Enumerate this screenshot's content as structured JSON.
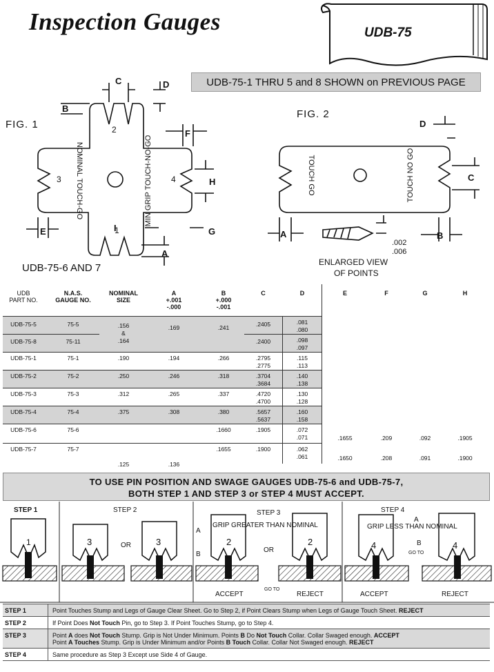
{
  "header": {
    "title": "Inspection Gauges",
    "badge": "UDB-75"
  },
  "notice": "UDB-75-1 THRU 5 and 8 SHOWN on PREVIOUS PAGE",
  "figures": {
    "fig1_label": "FIG. 1",
    "fig2_label": "FIG. 2",
    "fig1_caption": "UDB-75-6 AND 7",
    "fig1_text_left": "NOMINAL TOUCH-GO",
    "fig1_text_right": "MIN GRIP TOUCH-NO-GO",
    "fig1_num_left": "3",
    "fig1_num_right": "4",
    "fig1_num_top": "2",
    "fig1_num_bottom": "1",
    "fig2_text_left": "TOUCH GO",
    "fig2_text_right": "TOUCH NO GO",
    "enlarged_line1": "ENLARGED VIEW",
    "enlarged_line2": "OF POINTS",
    "tol1": ".002",
    "tol2": ".006",
    "dims": [
      "C",
      "D",
      "B",
      "F",
      "H",
      "E",
      "I",
      "G",
      "A",
      "D",
      "C",
      "A",
      "B"
    ]
  },
  "table": {
    "headers": [
      {
        "l1": "UDB",
        "l2": "PART NO.",
        "bold": false
      },
      {
        "l1": "N.A.S.",
        "l2": "GAUGE NO.",
        "bold": true
      },
      {
        "l1": "NOMINAL",
        "l2": "SIZE",
        "bold": true
      },
      {
        "l1": "A",
        "l2": "+.001",
        "l3": "-.000",
        "bold": true
      },
      {
        "l1": "B",
        "l2": "+.000",
        "l3": "-.001",
        "bold": true
      },
      {
        "l1": "C",
        "bold": true
      },
      {
        "l1": "D",
        "bold": true
      },
      {
        "l1": "E",
        "bold": true
      },
      {
        "l1": "F",
        "bold": true
      },
      {
        "l1": "G",
        "bold": true
      },
      {
        "l1": "H",
        "bold": true
      }
    ],
    "rows": [
      {
        "part": "UDB-75-5",
        "nas": "75-5",
        "size": "",
        "a": "",
        "b": "",
        "c": ".2405",
        "d1": ".081",
        "d2": ".080",
        "e": "",
        "f": "",
        "g": "",
        "h": "",
        "shade": true
      },
      {
        "part": "UDB-75-8",
        "nas": "75-11",
        "size": "",
        "a": "",
        "b": "",
        "c": ".2400",
        "d1": ".098",
        "d2": ".097",
        "e": "",
        "f": "",
        "g": "",
        "h": "",
        "shade": true
      },
      {
        "part": "UDB-75-1",
        "nas": "75-1",
        "size": ".190",
        "a": ".194",
        "b": ".266",
        "c": ".2795",
        "c2": ".2775",
        "d1": ".115",
        "d2": ".113",
        "e": "",
        "f": "",
        "g": "",
        "h": "",
        "shade": false
      },
      {
        "part": "UDB-75-2",
        "nas": "75-2",
        "size": ".250",
        "a": ".246",
        "b": ".318",
        "c": ".3704",
        "c2": ".3684",
        "d1": ".140",
        "d2": ".138",
        "e": "",
        "f": "",
        "g": "",
        "h": "",
        "shade": true
      },
      {
        "part": "UDB-75-3",
        "nas": "75-3",
        "size": ".312",
        "a": ".265",
        "b": ".337",
        "c": ".4720",
        "c2": ".4700",
        "d1": ".130",
        "d2": ".128",
        "e": "",
        "f": "",
        "g": "",
        "h": "",
        "shade": false
      },
      {
        "part": "UDB-75-4",
        "nas": "75-4",
        "size": ".375",
        "a": ".308",
        "b": ".380",
        "c": ".5657",
        "c2": ".5637",
        "d1": ".160",
        "d2": ".158",
        "e": "",
        "f": "",
        "g": "",
        "h": "",
        "shade": true
      },
      {
        "part": "UDB-75-6",
        "nas": "75-6",
        "size": "",
        "a": "",
        "b": ".1660",
        "c": ".1905",
        "d1": ".072",
        "d2": ".071",
        "e": ".1655",
        "f": ".209",
        "g": ".092",
        "h": ".1905",
        "shade": false
      },
      {
        "part": "UDB-75-7",
        "nas": "75-7",
        "size": "",
        "a": "",
        "b": ".1655",
        "c": ".1900",
        "d1": ".062",
        "d2": ".061",
        "e": ".1650",
        "f": ".208",
        "g": ".091",
        "h": ".1900",
        "shade": false
      }
    ],
    "merged": {
      "size_58_l1": ".156",
      "size_58_l2": "&",
      "size_58_l3": ".164",
      "a_58": ".169",
      "b_58": ".241",
      "size_67": ".125",
      "a_67": ".136"
    }
  },
  "instructions": {
    "line1": "TO USE PIN POSITION AND SWAGE GAUGES UDB-75-6 and UDB-75-7,",
    "line2": "BOTH STEP 1 AND STEP 3 or STEP 4 MUST ACCEPT."
  },
  "diagram_labels": {
    "step1": "STEP 1",
    "step2": "STEP 2",
    "step3": "STEP 3",
    "step4": "STEP 4",
    "or": "OR",
    "grip_greater": "GRIP GREATER THAN NOMINAL",
    "grip_less": "GRIP LESS THAN NOMINAL",
    "accept": "ACCEPT",
    "reject": "REJECT",
    "go_to": "GO TO",
    "n1": "1",
    "n2": "2",
    "n3": "3",
    "n4": "4",
    "a": "A",
    "b": "B"
  },
  "steps": [
    {
      "label": "STEP 1",
      "text_html": "Point Touches Stump and Legs of Gauge Clear Sheet.  Go to Step 2, if Point Clears Stump when Legs of Gauge Touch Sheet.  <b>REJECT</b>"
    },
    {
      "label": "STEP 2",
      "text_html": "If Point Does <b>Not Touch</b> Pin, go to Step 3.  If Point Touches Stump, go to Step 4."
    },
    {
      "label": "STEP 3",
      "text_html": "Point <b>A</b> does <b>Not Touch</b> Stump.  Grip is Not Under Minimum.  Points <b>B</b> Do <b>Not Touch</b> Collar.  Collar Swaged enough.  <b>ACCEPT</b><br>Point <b>A Touches</b> Stump.  Grip is Under Minimum and/or Points <b>B Touch</b> Collar.  Collar Not Swaged enough.  <b>REJECT</b>"
    },
    {
      "label": "STEP 4",
      "text_html": "Same procedure as Step 3 Except use Side 4 of Gauge."
    }
  ]
}
